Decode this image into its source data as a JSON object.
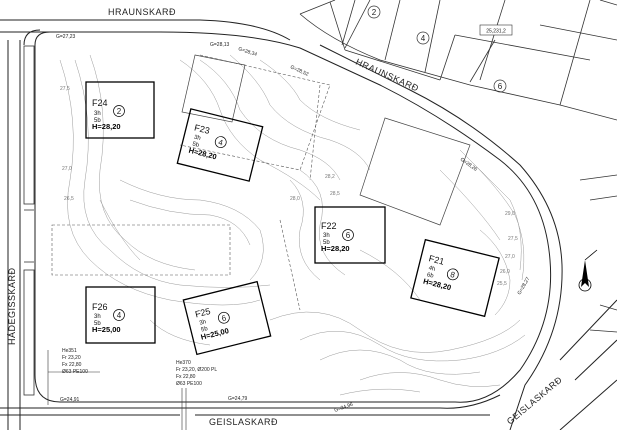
{
  "streets": {
    "hraunskard_top": "HRAUNSKARÐ",
    "hraunskard_diag": "HRAUNSKARÐ",
    "hadegisskard": "HÁDEGISSKARÐ",
    "geislaskard_bottom": "GEISLASKARÐ",
    "geislaskard_diag": "GEISLASKARÐ"
  },
  "lots": [
    {
      "id": "F24",
      "floors": "3h",
      "units": "5b",
      "height": "H=28,20",
      "circle": "2"
    },
    {
      "id": "F23",
      "floors": "3h",
      "units": "5b",
      "height": "H=28,20",
      "circle": "4"
    },
    {
      "id": "F22",
      "floors": "3h",
      "units": "5b",
      "height": "H=28,20",
      "circle": "6"
    },
    {
      "id": "F21",
      "floors": "4h",
      "units": "6b",
      "height": "H=28,20",
      "circle": "8"
    },
    {
      "id": "F26",
      "floors": "3h",
      "units": "5b",
      "height": "H=25,00",
      "circle": "4"
    },
    {
      "id": "F25",
      "floors": "3h",
      "units": "5b",
      "height": "H=25,00",
      "circle": "6"
    }
  ],
  "neighbor_numbers": [
    "2",
    "4",
    "6"
  ],
  "parcel_code": "25,231,2",
  "elevations": {
    "e1": "G=27,23",
    "e2": "G=28,13",
    "e3": "G=28,34",
    "e4": "G=28,52",
    "e5": "G=28,26",
    "e6": "G=28,27",
    "e7": "G=24,91",
    "e8": "G=24,79",
    "e9": "G=24,96"
  },
  "service_left": [
    "He351",
    "Fr 23,20",
    "Fx 22,80",
    "Ø63 PE100"
  ],
  "service_right": [
    "He370",
    "Fr 23,20, Ø200 PL",
    "Fx 22,80",
    "Ø63 PE100"
  ],
  "contour_values": [
    "25,5",
    "26,0",
    "26,5",
    "27,0",
    "27,5",
    "28,0",
    "28,2",
    "28,5",
    "29,0"
  ]
}
